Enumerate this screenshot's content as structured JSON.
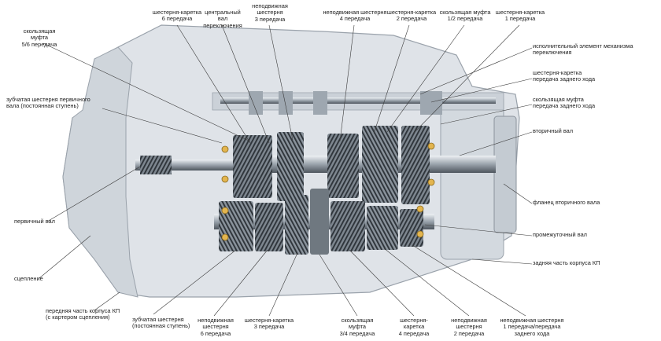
{
  "labels": {
    "top": {
      "carrier_6": "шестерня-каретка\n6 передача",
      "central_shaft": "центральный\nвал переключения",
      "fixed_gear_3": "неподвижная\nшестерня\n3 передача",
      "fixed_gear_4": "неподвижная шестерня\n4 передача",
      "carrier_2": "шестерня-каретка\n2 передача",
      "sliding_sleeve_12": "скользящая муфта\n1/2 передача",
      "carrier_1": "шестерня-каретка\n1 передача"
    },
    "left": {
      "sliding_sleeve_56": "скользящая муфта\n5/6 передача",
      "input_gear_constant": "зубчатая шестерня первичного\nвала (постоянная ступень)",
      "input_shaft": "первичный вал",
      "clutch": "сцепление"
    },
    "right": {
      "shift_actuator": "исполнительный элемент механизма переключения",
      "reverse_carrier": "шестерня-каретка\nпередача заднего хода",
      "reverse_sleeve": "скользящая муфта\nпередача заднего хода",
      "output_shaft": "вторичный вал",
      "output_flange": "фланец вторичного вала",
      "countershaft": "промежуточный вал",
      "rear_housing": "задняя часть корпуса КП"
    },
    "bottom": {
      "front_housing": "передняя часть корпуса КП\n(с картером сцепления)",
      "gear_constant": "зубчатая шестерня\n(постоянная ступень)",
      "fixed_gear_6": "неподвижная\nшестерня\n6 передача",
      "carrier_3": "шестерня-каретка\n3 передача",
      "sliding_sleeve_34": "скользящая\nмуфта\n3/4 передача",
      "carrier_4": "шестерня-\nкаретка\n4 передача",
      "fixed_gear_2": "неподвижная\nшестерня\n2 передача",
      "fixed_gear_1r": "неподвижная шестерня\n1 передача/передача\nзаднего хода"
    }
  },
  "colors": {
    "background": "#ffffff",
    "housing": "#d9dee4",
    "housing_dark": "#b6bdc6",
    "gear_steel": "#8a939c",
    "gear_dark": "#3b4249",
    "bearing": "#e3b54f",
    "leader": "#3a3a3a"
  }
}
